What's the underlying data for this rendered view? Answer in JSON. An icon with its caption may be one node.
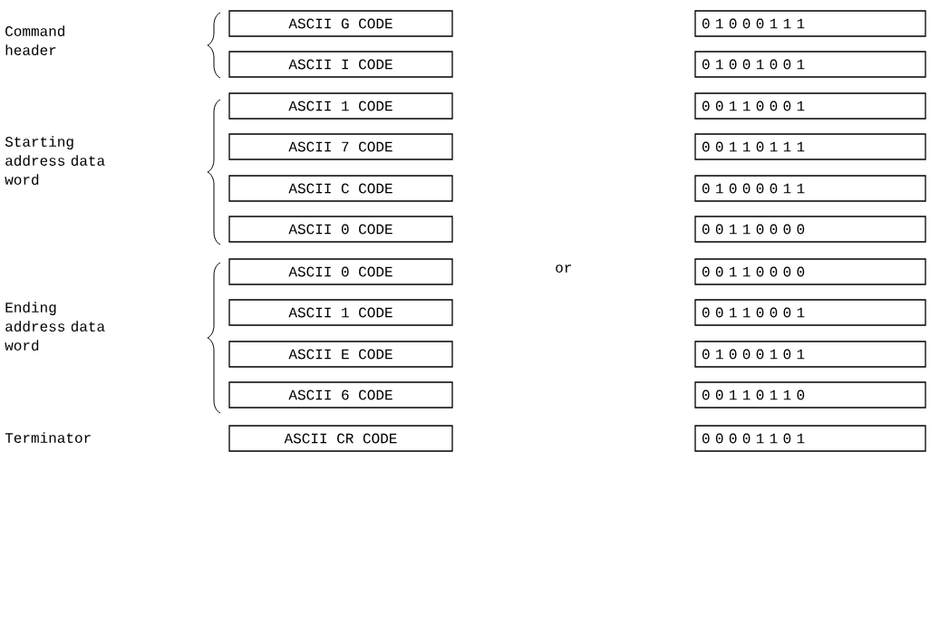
{
  "diagram": {
    "nodes": [
      {
        "text": [
          "ASCII G CODE"
        ]
      },
      {
        "text": [
          "ASCII I CODE"
        ]
      },
      {
        "text": [
          "ASCII 1 CODE"
        ]
      },
      {
        "text": [
          "ASCII 7 CODE"
        ]
      },
      {
        "text": [
          "ASCII C CODE"
        ]
      },
      {
        "text": [
          "ASCII 0 CODE"
        ]
      },
      {
        "text": [
          "ASCII 0 CODE"
        ]
      },
      {
        "text": [
          "ASCII 1 CODE"
        ]
      },
      {
        "text": [
          "ASCII E CODE"
        ]
      },
      {
        "text": [
          "ASCII 6 CODE"
        ]
      },
      {
        "text": [
          "ASCII CR CODE"
        ]
      },
      {
        "text": [
          "0 1 0 0 0 1 1 1"
        ]
      },
      {
        "text": [
          "0 1 0 0 1 0 0 1"
        ]
      },
      {
        "text": [
          "0 0 1 1 0 0 0 1"
        ]
      },
      {
        "text": [
          "0 0 1 1 0 1 1 1"
        ]
      },
      {
        "text": [
          "0 1 0 0 0 0 1 1"
        ]
      },
      {
        "text": [
          "0 0 1 1 0 0 0 0"
        ]
      },
      {
        "text": [
          "0 0 1 1 0 0 0 0"
        ]
      },
      {
        "text": [
          "0 0 1 1 0 0 0 1"
        ]
      },
      {
        "text": [
          "0 1 0 0 0 1 0 1"
        ]
      },
      {
        "text": [
          "0 0 1 1 0 1 1 0"
        ]
      },
      {
        "text": [
          "0 0 0 0 1 1 0 1"
        ]
      }
    ],
    "labels": [
      "Command header",
      "Starting address data word",
      "Ending address data word",
      "Terminator",
      "or"
    ]
  }
}
